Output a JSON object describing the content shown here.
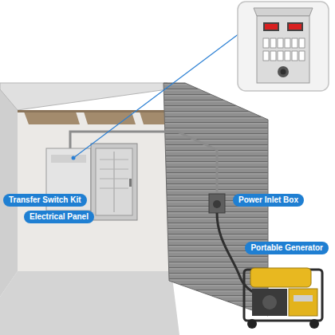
{
  "diagram": {
    "labels": [
      "Transfer Switch Kit",
      "Electrical Panel",
      "Power Inlet Box",
      "Portable Generator"
    ]
  }
}
